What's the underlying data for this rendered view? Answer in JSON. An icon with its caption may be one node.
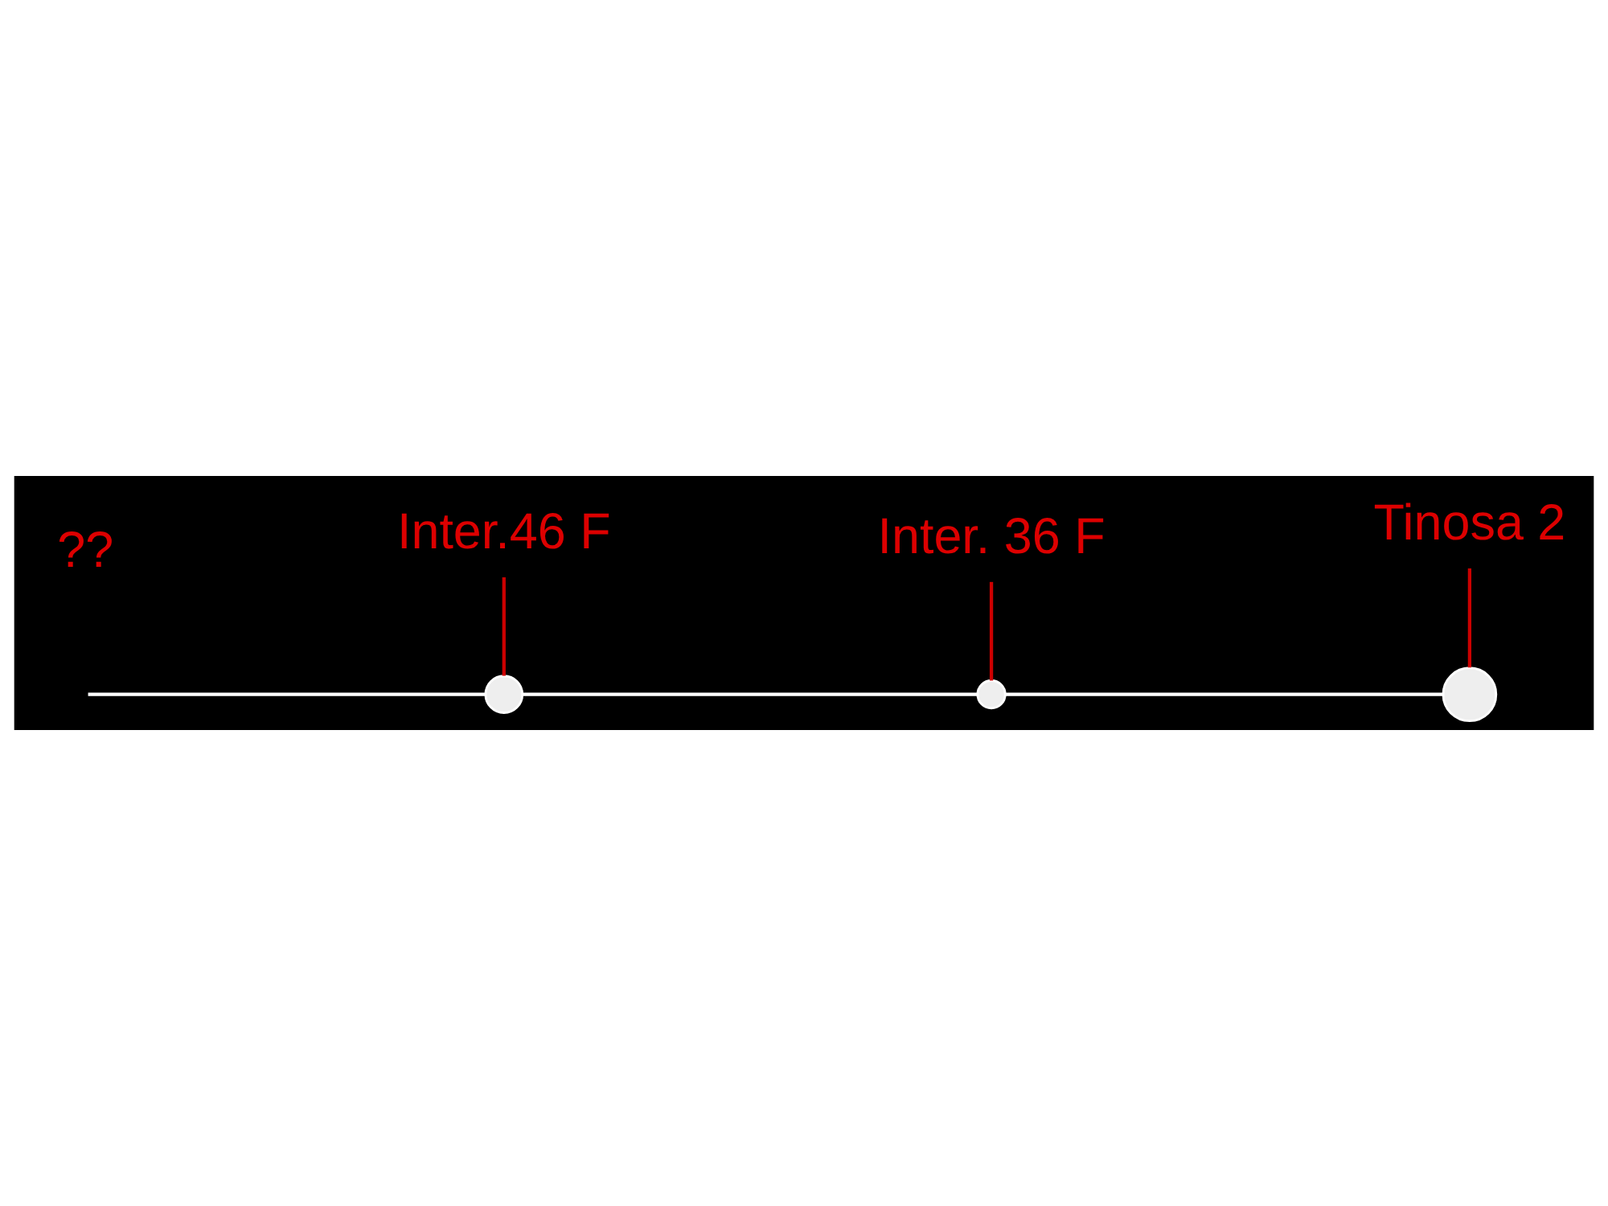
{
  "diagram": {
    "nodes": [
      {
        "text": [
          "Inter.46 F"
        ]
      },
      {
        "text": [],
        "shape": "circle"
      },
      {
        "text": [
          "Inter. 36 F"
        ]
      },
      {
        "text": [],
        "shape": "circle"
      },
      {
        "text": [
          "Tinosa 2"
        ]
      },
      {
        "text": [],
        "shape": "circle"
      }
    ],
    "edges": [
      {
        "from": null,
        "to": 1,
        "arrow": "none",
        "color": "#ffffff"
      },
      {
        "from": 1,
        "to": 3,
        "arrow": "none",
        "color": "#ffffff"
      },
      {
        "from": 3,
        "to": 5,
        "arrow": "none",
        "color": "#ffffff"
      },
      {
        "from": 0,
        "to": 1,
        "arrow": "none",
        "color": "#cc0000"
      },
      {
        "from": 2,
        "to": 3,
        "arrow": "none",
        "color": "#cc0000"
      },
      {
        "from": 4,
        "to": 5,
        "arrow": "none",
        "color": "#cc0000"
      }
    ],
    "labels": [
      "??"
    ]
  }
}
